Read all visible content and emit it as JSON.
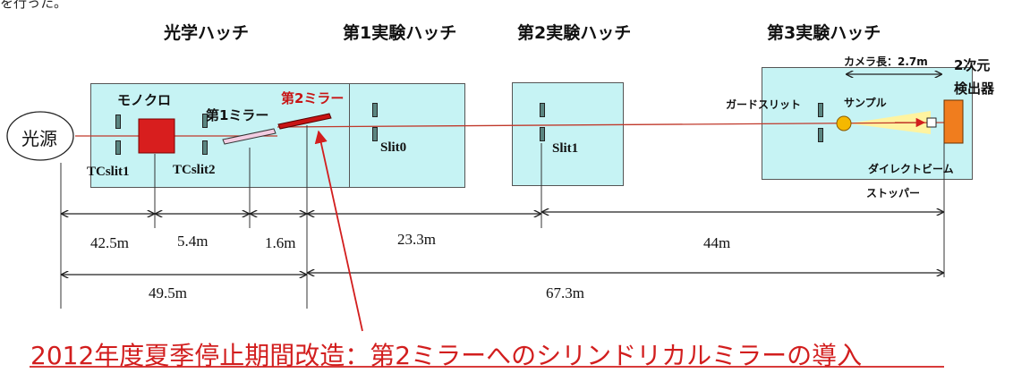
{
  "top_clip": "を行った。",
  "hutches": {
    "optics": "光学ハッチ",
    "exp1": "第1実験ハッチ",
    "exp2": "第2実験ハッチ",
    "exp3": "第3実験ハッチ"
  },
  "components": {
    "source": "光源",
    "monochromator": "モノクロ",
    "mirror1": "第1ミラー",
    "mirror2": "第2ミラー",
    "tcslit1": "TCslit1",
    "tcslit2": "TCslit2",
    "slit0": "Slit0",
    "slit1": "Slit1",
    "guard_slit": "ガードスリット",
    "sample": "サンプル",
    "camera_length": "カメラ長：2.7m",
    "detector_line1": "2次元",
    "detector_line2": "検出器",
    "beam_stop_line1": "ダイレクトビーム",
    "beam_stop_line2": "ストッパー"
  },
  "distances": {
    "d1": "42.5m",
    "d2": "5.4m",
    "d3": "1.6m",
    "d4": "23.3m",
    "d5": "44m",
    "d6": "49.5m",
    "d7": "67.3m"
  },
  "caption": "2012年度夏季停止期間改造：第2ミラーへのシリンドリカルミラーの導入",
  "colors": {
    "hutch_fill": "#c6f3f4",
    "beam": "#c0392b",
    "caption": "#d21e1e",
    "mono": "#d81e1e",
    "mirror2": "#c81414",
    "detector": "#f07d1e",
    "sample": "#f5b800",
    "beam_cone": "#fff3a0"
  }
}
